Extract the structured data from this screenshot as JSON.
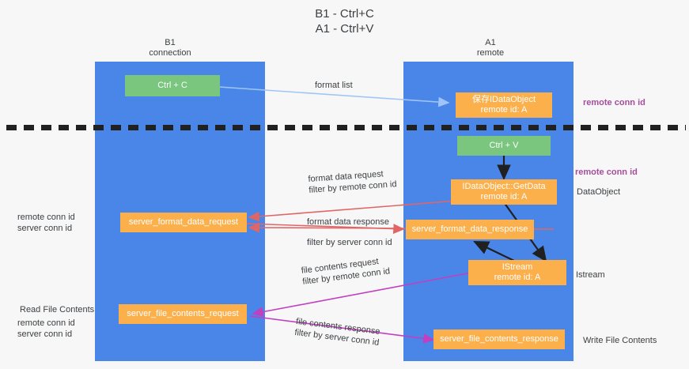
{
  "title": {
    "line1": "B1 - Ctrl+C",
    "line2": "A1 - Ctrl+V"
  },
  "columns": [
    {
      "name": "b1",
      "title": "B1",
      "subtitle": "connection"
    },
    {
      "name": "a1",
      "title": "A1",
      "subtitle": "remote"
    }
  ],
  "boxes": {
    "ctrl_c": {
      "label": "Ctrl + C",
      "color": "#7bc67e"
    },
    "ctrl_v": {
      "label": "Ctrl + V",
      "color": "#7bc67e"
    },
    "save_idataobject_l1": "保存IDataObject",
    "save_idataobject_l2": "remote id: A",
    "getdata_l1": "IDataObject::GetData",
    "getdata_l2": "remote id: A",
    "istream_l1": "IStream",
    "istream_l2": "remote id: A",
    "server_format_data_request": "server_format_data_request",
    "server_format_data_response": "server_format_data_response",
    "server_file_contents_request": "server_file_contents_request",
    "server_file_contents_response": "server_file_contents_response"
  },
  "edge_labels": {
    "format_list": "format list",
    "format_data_request": "format data request",
    "format_data_request_filter_prefix": "filter by ",
    "format_data_request_filter_key": "remote conn id",
    "format_data_response": "format data response",
    "format_data_response_filter_prefix": "filter by ",
    "format_data_response_filter_key": "server conn id",
    "file_contents_request": "file contents request",
    "file_contents_request_filter_prefix": "filter by ",
    "file_contents_request_filter_key": "remote conn id",
    "file_contents_response": "file contents response",
    "file_contents_response_filter_prefix": "filter by ",
    "file_contents_response_filter_key": "server conn id"
  },
  "annotations": {
    "right_remote_conn_id_top": "remote conn id",
    "right_remote_conn_id_mid": "remote conn id",
    "right_dataobject": "DataObject",
    "right_istream": "Istream",
    "right_write_file_contents": "Write File Contents",
    "left_remote_conn_id": "remote conn id",
    "left_server_conn_id": "server conn id",
    "left_read_file_contents": "Read File Contents",
    "left_remote_conn_id_2": "remote conn id",
    "left_server_conn_id_2": "server conn id"
  },
  "colors": {
    "lane": "#4a86e8",
    "green_box": "#7bc67e",
    "orange_box": "#fbb04c",
    "arrow_light_blue": "#9fc5f8",
    "arrow_red": "#e06666",
    "arrow_magenta": "#c040c0",
    "arrow_black": "#202020",
    "text_purple": "#a64d9e",
    "text_green": "#6aa84f",
    "background": "#f7f7f7"
  }
}
